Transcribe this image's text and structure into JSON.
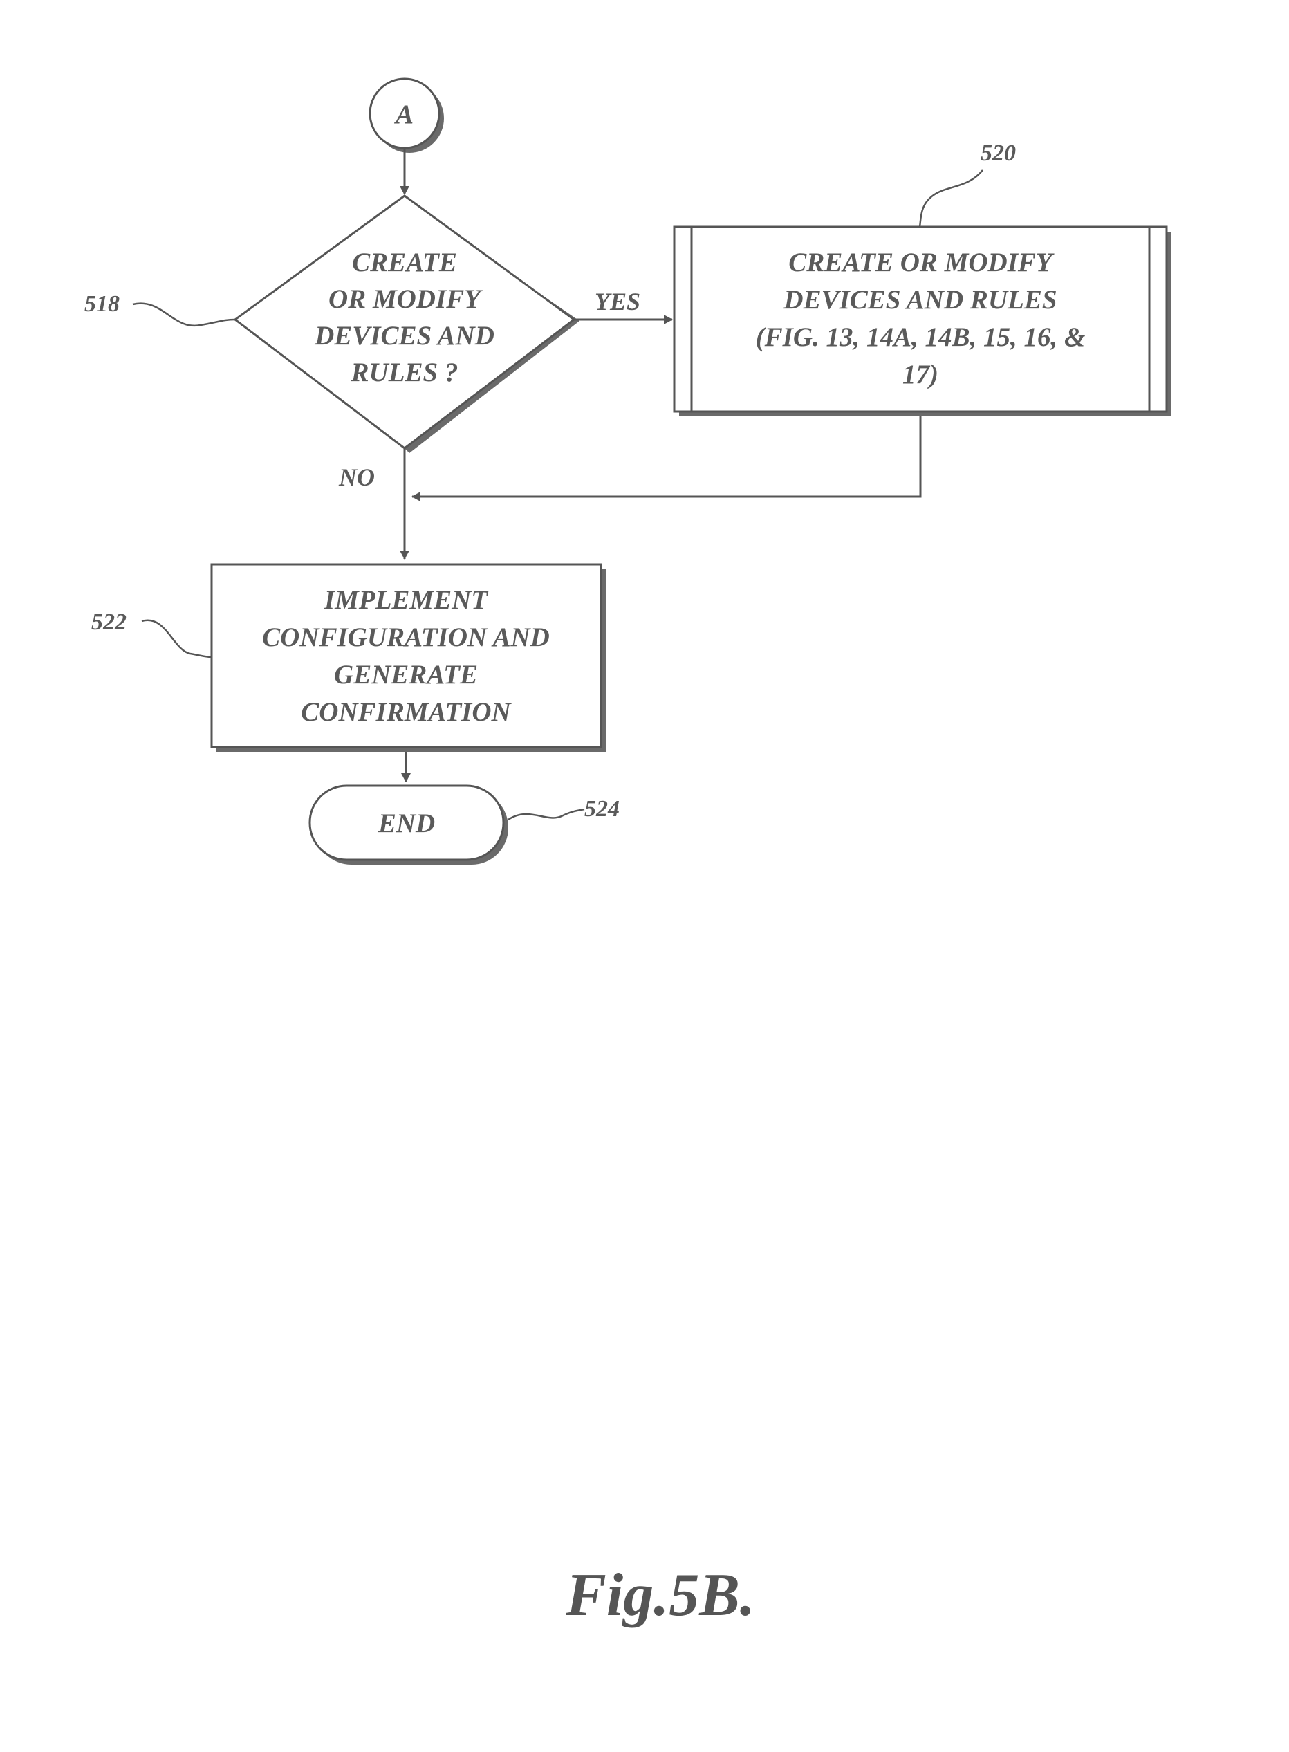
{
  "diagram": {
    "connector": {
      "label": "A"
    },
    "decision": {
      "ref": "518",
      "lines": [
        "CREATE",
        "OR MODIFY",
        "DEVICES AND",
        "RULES ?"
      ]
    },
    "process_create": {
      "ref": "520",
      "lines": [
        "CREATE OR MODIFY",
        "DEVICES AND RULES",
        "(FIG. 13, 14A, 14B, 15, 16, &",
        "17)"
      ]
    },
    "process_implement": {
      "ref": "522",
      "lines": [
        "IMPLEMENT",
        "CONFIGURATION AND",
        "GENERATE",
        "CONFIRMATION"
      ]
    },
    "terminator": {
      "ref": "524",
      "label": "END"
    },
    "edges": {
      "yes_label": "YES",
      "no_label": "NO"
    }
  },
  "caption": "Fig.5B."
}
